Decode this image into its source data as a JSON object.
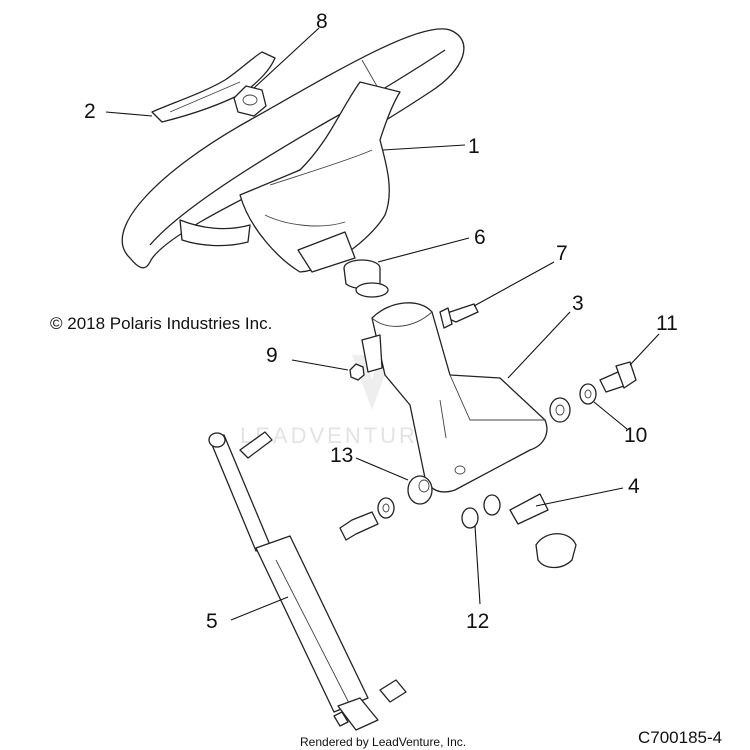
{
  "copyright": "© 2018 Polaris Industries Inc.",
  "figure_code": "C700185-4",
  "rendered_by": "Rendered by LeadVenture, Inc.",
  "watermark": "LEADVENTURE",
  "callouts": [
    "1",
    "2",
    "3",
    "4",
    "5",
    "6",
    "7",
    "8",
    "9",
    "10",
    "11",
    "12",
    "13"
  ]
}
